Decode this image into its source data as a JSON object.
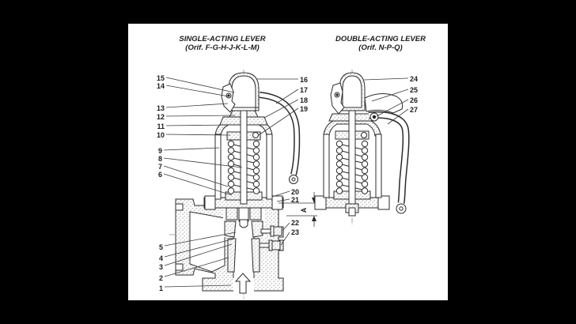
{
  "sheet": {
    "background_color": "#000000",
    "paper_color": "#ffffff",
    "ink_color": "#2b2b2b"
  },
  "figures": {
    "single": {
      "title": "SINGLE-ACTING LEVER",
      "subtitle": "(Orif. F-G-H-J-K-L-M)"
    },
    "double": {
      "title": "DOUBLE-ACTING LEVER",
      "subtitle": "(Orif. N-P-Q)"
    }
  },
  "callouts": {
    "n1": "1",
    "n2": "2",
    "n3": "3",
    "n4": "4",
    "n5": "5",
    "n6": "6",
    "n7": "7",
    "n8": "8",
    "n9": "9",
    "n10": "10",
    "n11": "11",
    "n12": "12",
    "n13": "13",
    "n14": "14",
    "n15": "15",
    "n16": "16",
    "n17": "17",
    "n18": "18",
    "n19": "19",
    "n20": "20",
    "n21": "21",
    "n22": "22",
    "n23": "23",
    "n24": "24",
    "n25": "25",
    "n26": "26",
    "n27": "27",
    "dim": "A"
  }
}
